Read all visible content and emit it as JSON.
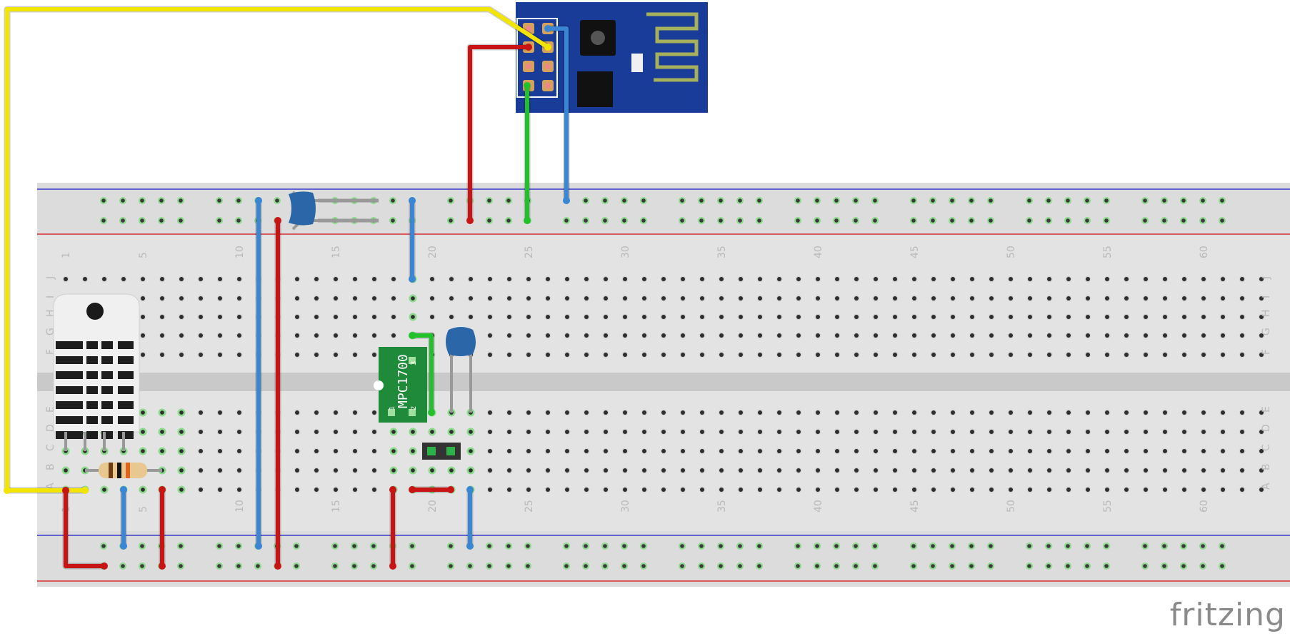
{
  "colors": {
    "wire_yellow": "#f2e600",
    "wire_red": "#c81414",
    "wire_blue": "#3a86d4",
    "wire_green": "#22c02a",
    "breadboard": "#dcdcdc",
    "rail_blue_line": "#3a3acc",
    "rail_red_line": "#d83030",
    "esp_board": "#1a3c99",
    "ic_board": "#1f8a3a",
    "cap_body": "#2b67a8"
  },
  "breadboard": {
    "column_numbers": [
      "1",
      "5",
      "10",
      "15",
      "20",
      "25",
      "30",
      "35",
      "40",
      "45",
      "50",
      "55",
      "60"
    ],
    "top_rows": [
      "J",
      "I",
      "H",
      "G",
      "F"
    ],
    "bottom_rows": [
      "E",
      "D",
      "C",
      "B",
      "A"
    ]
  },
  "components": {
    "regulator_label": "MPC1700",
    "regulator_pin1": "1",
    "regulator_pin2": "2",
    "regulator_pin3": "3",
    "esp_module_icon": "esp8266-esp01-icon",
    "sensor_icon": "dht22-sensor-icon",
    "resistor_icon": "resistor-icon",
    "capacitor_icon": "ceramic-capacitor-icon",
    "header_icon": "pin-header-icon"
  },
  "branding": {
    "logo_text": "fritzing"
  }
}
